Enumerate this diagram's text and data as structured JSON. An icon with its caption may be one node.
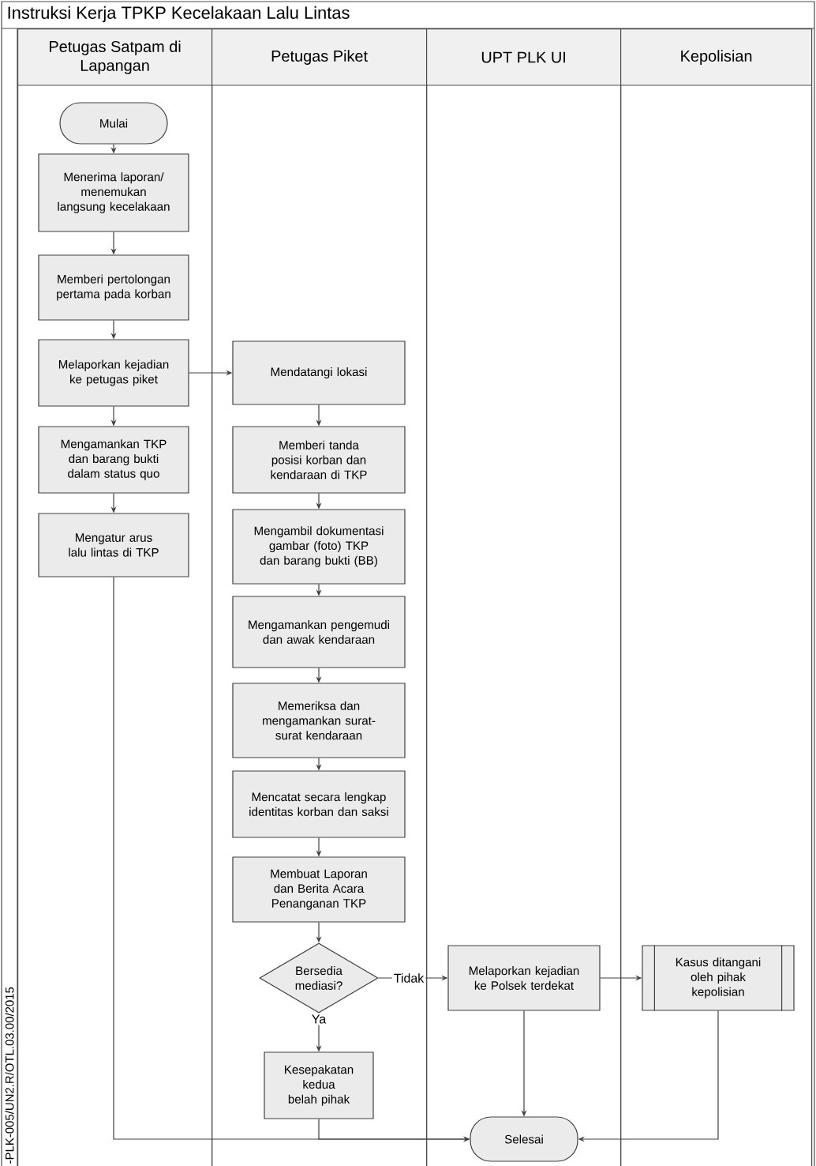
{
  "diagram": {
    "title": "Instruksi Kerja TPKP Kecelakaan Lalu Lintas",
    "nodes": [
      {
        "text": [
          "Petugas Satpam di Lapangan"
        ]
      },
      {
        "text": [
          "Petugas Piket"
        ]
      },
      {
        "text": [
          "UPT PLK UI"
        ]
      },
      {
        "text": [
          "Kepolisian"
        ]
      },
      {
        "text": [
          "Mulai"
        ],
        "in": 0
      },
      {
        "text": [
          "Menerima laporan/ menemukan langsung kecelakaan"
        ],
        "in": 0
      },
      {
        "text": [
          "Memberi pertolongan pertama pada korban"
        ],
        "in": 0
      },
      {
        "text": [
          "Melaporkan kejadian ke petugas piket"
        ],
        "in": 0
      },
      {
        "text": [
          "Mendatangi lokasi"
        ],
        "in": 1
      },
      {
        "text": [
          "Mengamankan TKP dan barang bukti dalam status quo"
        ],
        "in": 0
      },
      {
        "text": [
          "Memberi tanda posisi korban dan kendaraan di TKP"
        ],
        "in": 1
      },
      {
        "text": [
          "Mengatur arus lalu lintas di TKP"
        ],
        "in": 0
      },
      {
        "text": [
          "Mengambil dokumentasi gambar (foto) TKP dan barang bukti (BB)"
        ],
        "in": 1
      },
      {
        "text": [
          "Mengamankan pengemudi dan awak kendaraan"
        ],
        "in": 1
      },
      {
        "text": [
          "Memeriksa dan mengamankan surat-surat kendaraan"
        ],
        "in": 1
      },
      {
        "text": [
          "Mencatat secara lengkap identitas korban dan saksi"
        ],
        "in": 1
      },
      {
        "text": [
          "Membuat Laporan dan Berita Acara Penanganan TKP"
        ],
        "in": 1
      },
      {
        "text": [
          "Bersedia mediasi?"
        ],
        "in": 1
      },
      {
        "text": [
          "Kesepakatan kedua belah pihak"
        ],
        "in": 1
      },
      {
        "text": [
          "Melaporkan kejadian ke Polsek terdekat"
        ],
        "in": 2
      },
      {
        "text": [
          "Kasus ditangani oleh pihak kepolisian"
        ],
        "in": 3
      },
      {
        "text": [
          "Selesai"
        ],
        "in": 2
      }
    ],
    "edges": [
      {
        "from": 4,
        "to": 5,
        "arrow": "to"
      },
      {
        "from": 5,
        "to": 6,
        "arrow": "to"
      },
      {
        "from": 6,
        "to": 7,
        "arrow": "to"
      },
      {
        "from": 7,
        "to": 8,
        "arrow": "to"
      },
      {
        "from": 7,
        "to": 9,
        "arrow": "to"
      },
      {
        "from": 8,
        "to": 10,
        "arrow": "to"
      },
      {
        "from": 9,
        "to": 11,
        "arrow": "to"
      },
      {
        "from": 10,
        "to": 12,
        "arrow": "to"
      },
      {
        "from": 12,
        "to": 13,
        "arrow": "to"
      },
      {
        "from": 13,
        "to": 14,
        "arrow": "to"
      },
      {
        "from": 14,
        "to": 15,
        "arrow": "to"
      },
      {
        "from": 15,
        "to": 16,
        "arrow": "to"
      },
      {
        "from": 16,
        "to": 17,
        "arrow": "to"
      },
      {
        "from": 17,
        "to": 19,
        "arrow": "to",
        "label": "Tidak"
      },
      {
        "from": 17,
        "to": 18,
        "arrow": "to",
        "label": "Ya"
      },
      {
        "from": 19,
        "to": 20,
        "arrow": "to"
      },
      {
        "from": 11,
        "to": 21,
        "arrow": "to"
      },
      {
        "from": 18,
        "to": 21,
        "arrow": "to"
      },
      {
        "from": 19,
        "to": 21,
        "arrow": "to"
      },
      {
        "from": 20,
        "to": 21,
        "arrow": "to"
      }
    ],
    "labels": [
      "-PLK-005/UN2.R/OTL.03.00/2015"
    ]
  }
}
